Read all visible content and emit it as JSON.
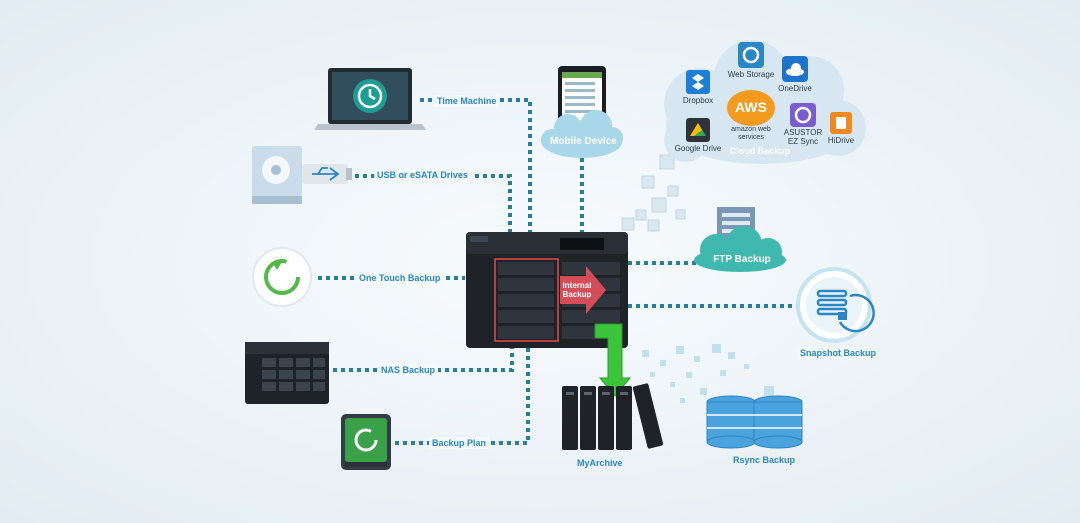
{
  "nodes": {
    "time_machine": "Time Machine",
    "usb_drives": "USB or eSATA Drives",
    "one_touch": "One Touch Backup",
    "nas_backup": "NAS Backup",
    "backup_plan": "Backup Plan",
    "mobile_device": "Mobile Device",
    "ftp_backup": "FTP Backup",
    "snapshot_backup": "Snapshot Backup",
    "myarchive": "MyArchive",
    "rsync_backup": "Rsync Backup",
    "internal_backup": "Internal Backup"
  },
  "cloud": {
    "title": "Cloud Backup",
    "services": {
      "dropbox": "Dropbox",
      "web_storage": "Web Storage",
      "onedrive": "OneDrive",
      "aws_logo": "AWS",
      "aws_text": "amazon web services",
      "google_drive": "Google Drive",
      "asustor_ez_sync": "ASUSTOR EZ Sync",
      "hidrive": "HiDrive"
    }
  },
  "colors": {
    "connector": "#2a7d99",
    "label": "#2b86c5",
    "nas_body": "#1f2328",
    "internal_arrow": "#e8505b",
    "archive_arrow": "#3cc43a",
    "cloud": "#d7e7f2",
    "ftp_cloud": "#3fb8b0"
  }
}
